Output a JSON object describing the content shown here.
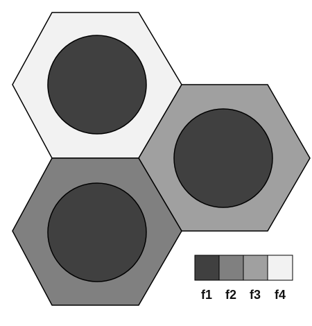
{
  "colors": {
    "f1": "#404040",
    "f2": "#808080",
    "f3": "#a0a0a0",
    "f4": "#f2f2f2",
    "outline": "#000000"
  },
  "cells": [
    {
      "name": "top-left",
      "hex_fill": "f4",
      "circle_fill": "f1"
    },
    {
      "name": "right",
      "hex_fill": "f3",
      "circle_fill": "f1"
    },
    {
      "name": "bottom-left",
      "hex_fill": "f2",
      "circle_fill": "f1"
    }
  ],
  "legend": {
    "items": [
      {
        "label": "f1",
        "color": "f1"
      },
      {
        "label": "f2",
        "color": "f2"
      },
      {
        "label": "f3",
        "color": "f3"
      },
      {
        "label": "f4",
        "color": "f4"
      }
    ]
  }
}
